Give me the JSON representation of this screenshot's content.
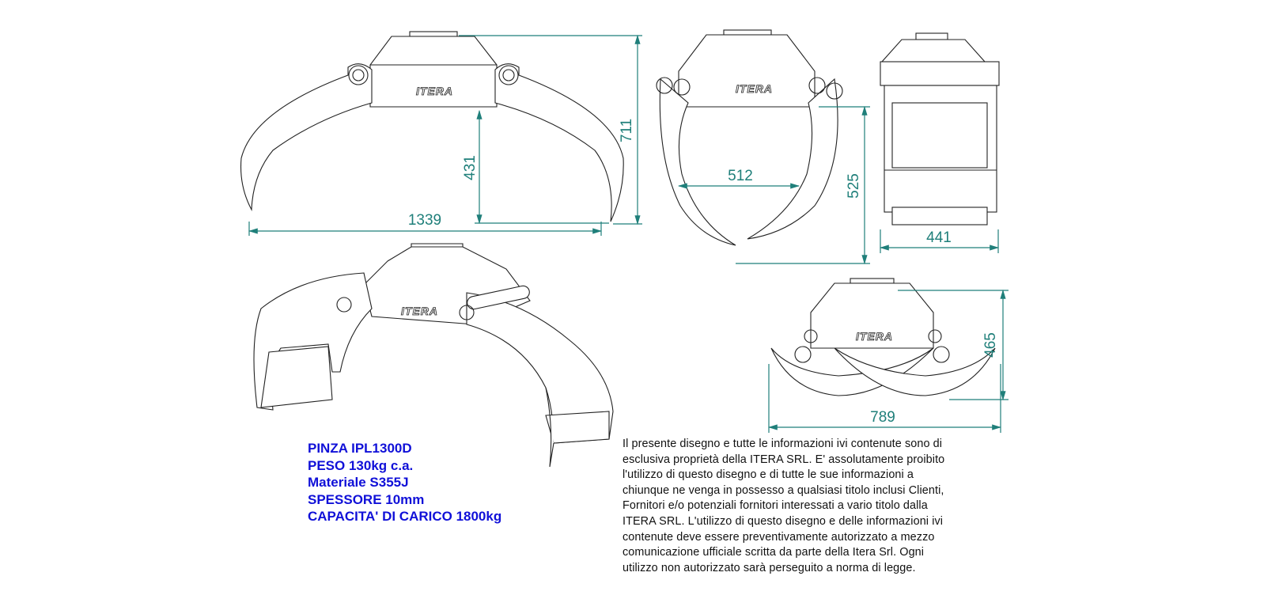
{
  "brand_logo": "ITERA",
  "dimensions": {
    "front_total_height": "711",
    "front_inner_height": "431",
    "front_width": "1339",
    "side_opening": "512",
    "side_height": "525",
    "end_width": "441",
    "top_height": "465",
    "top_width": "789"
  },
  "specs": [
    "PINZA IPL1300D",
    "PESO 130kg c.a.",
    "Materiale S355J",
    "SPESSORE 10mm",
    "CAPACITA' DI CARICO 1800kg"
  ],
  "disclaimer_lines": [
    "Il presente disegno e tutte le informazioni ivi contenute sono di",
    "esclusiva proprietà della ITERA SRL. E' assolutamente proibito",
    "l'utilizzo di questo disegno e di tutte le sue informazioni a",
    "chiunque ne venga in possesso a qualsiasi titolo  inclusi Clienti,",
    "Fornitori e/o potenziali fornitori interessati a vario titolo dalla",
    "ITERA SRL. L'utilizzo di questo disegno e delle informazioni ivi",
    "contenute deve essere preventivamente autorizzato a mezzo",
    "comunicazione ufficiale scritta da parte della Itera Srl. Ogni",
    "utilizzo non autorizzato sarà perseguito a norma di legge."
  ]
}
